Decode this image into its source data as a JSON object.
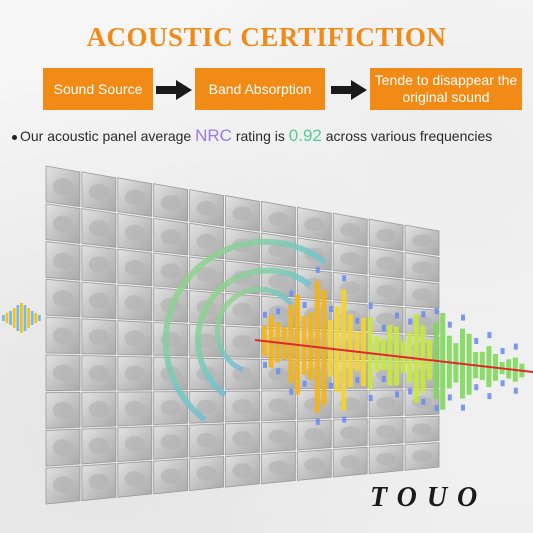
{
  "title": "ACOUSTIC CERTIFICTION",
  "steps": [
    {
      "label": "Sound Source"
    },
    {
      "label": "Band Absorption"
    },
    {
      "label": "Tende to disappear the original sound"
    }
  ],
  "nrc": {
    "prefix": "Our acoustic panel average ",
    "keyword": "NRC",
    "middle": " rating is ",
    "value": "0.92",
    "suffix": " across various frequencies"
  },
  "brand": "TOUO",
  "colors": {
    "accent": "#f28a16",
    "nrc_keyword": "#9a7be6",
    "nrc_value": "#4fcf8e",
    "panel": "#c9c9c9",
    "wave_line": "#e0282b"
  },
  "icons": [
    "arrow-right-icon",
    "arrow-right-icon",
    "bullet-icon",
    "sound-wave-rings-icon"
  ]
}
